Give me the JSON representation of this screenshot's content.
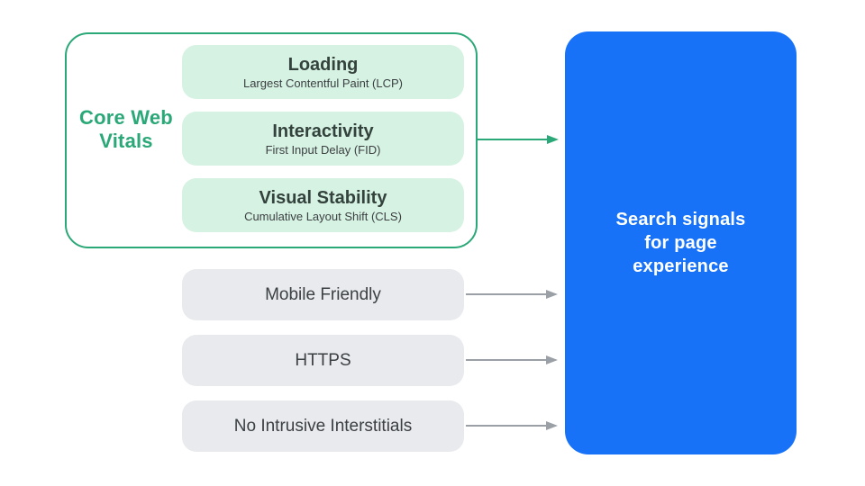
{
  "colors": {
    "green": "#2BA878",
    "green_light": "#D6F2E3",
    "gray_card": "#E8EAED",
    "gray_arrow": "#9AA0A6",
    "blue": "#1772F8",
    "dark_text": "#3C4043",
    "title_text": "#33423C",
    "white": "#FFFFFF"
  },
  "core_web_vitals": {
    "label": "Core Web Vitals",
    "metrics": [
      {
        "title": "Loading",
        "subtitle": "Largest Contentful Paint (LCP)"
      },
      {
        "title": "Interactivity",
        "subtitle": "First Input Delay (FID)"
      },
      {
        "title": "Visual Stability",
        "subtitle": "Cumulative Layout Shift (CLS)"
      }
    ]
  },
  "other_signals": [
    {
      "label": "Mobile Friendly"
    },
    {
      "label": "HTTPS"
    },
    {
      "label": "No Intrusive Interstitials"
    }
  ],
  "result_panel": {
    "title": "Search signals for page experience"
  },
  "icons": {
    "connector_arrow": "arrow-right"
  }
}
